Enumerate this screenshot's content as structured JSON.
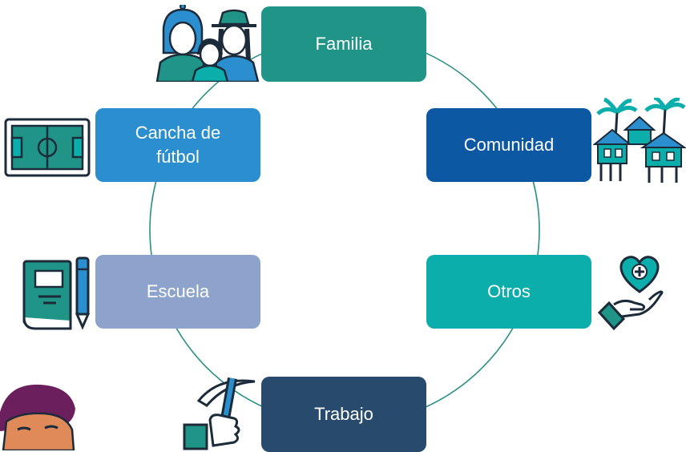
{
  "diagram": {
    "ring_color": "#2a8f84",
    "nodes": [
      {
        "id": "familia",
        "label": "Familia",
        "color": "#1f9487",
        "icon": "family-icon"
      },
      {
        "id": "comunidad",
        "label": "Comunidad",
        "color": "#0d58a3",
        "icon": "stilt-houses-icon"
      },
      {
        "id": "otros",
        "label": "Otros",
        "color": "#0baeab",
        "icon": "heart-hand-icon"
      },
      {
        "id": "trabajo",
        "label": "Trabajo",
        "color": "#284a6c",
        "icon": "pickaxe-hand-icon"
      },
      {
        "id": "escuela",
        "label": "Escuela",
        "color": "#8ea3cc",
        "icon": "book-pencil-icon"
      },
      {
        "id": "cancha",
        "label": [
          "Cancha de",
          "fútbol"
        ],
        "color": "#2b8fcf",
        "icon": "soccer-field-icon"
      }
    ]
  }
}
